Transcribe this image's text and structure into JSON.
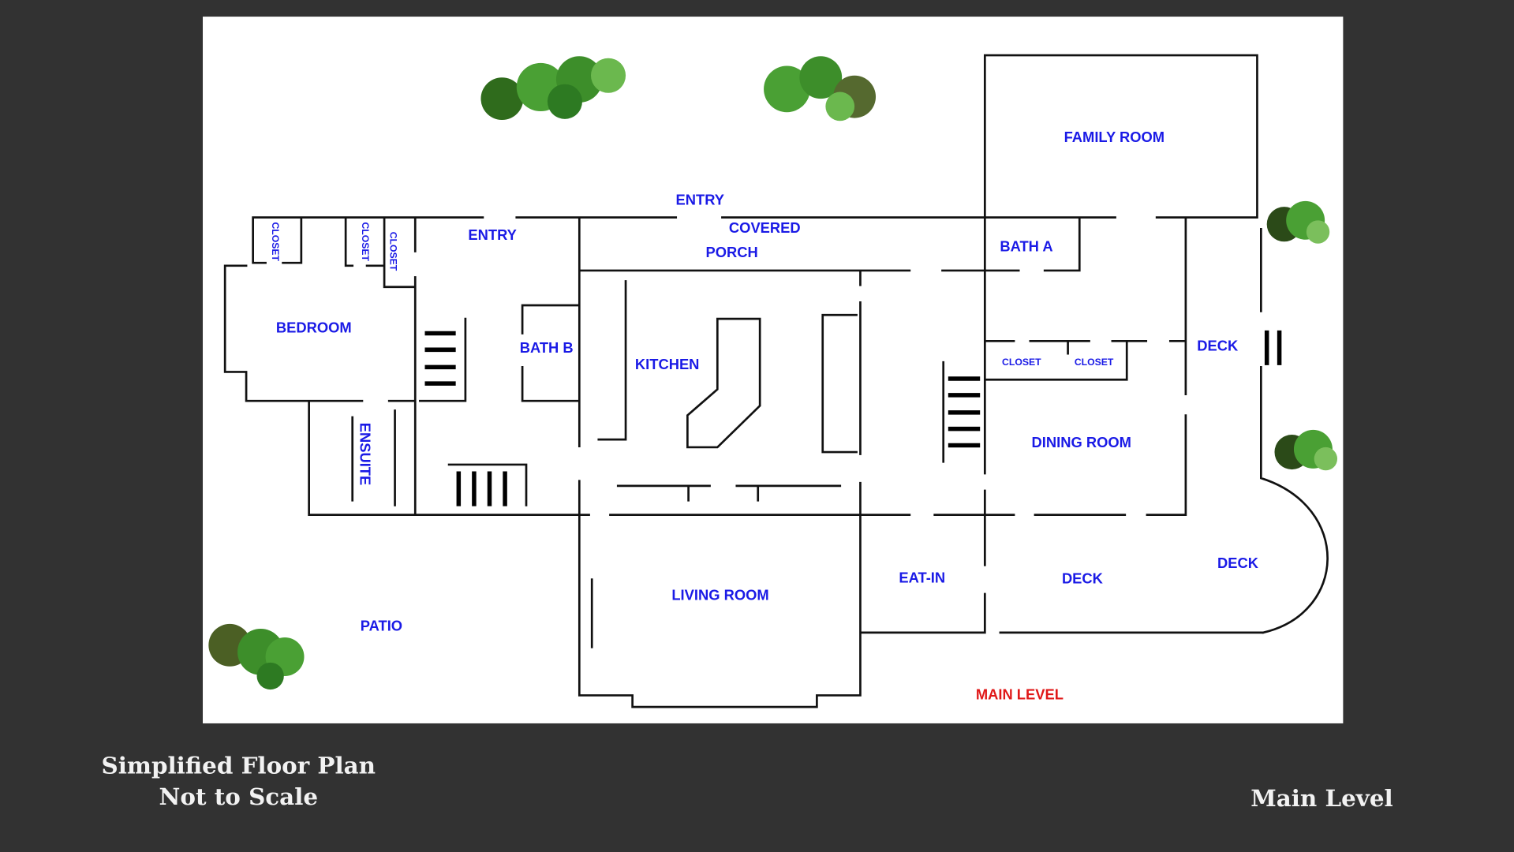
{
  "plan": {
    "rooms": {
      "family_room": "FAMILY ROOM",
      "entry_top": "ENTRY",
      "covered": "COVERED",
      "porch": "PORCH",
      "entry_left": "ENTRY",
      "bath_a": "BATH A",
      "bedroom": "BEDROOM",
      "bath_b": "BATH B",
      "kitchen": "KITCHEN",
      "ensuite": "ENSUITE",
      "closet1": "CLOSET",
      "closet2": "CLOSET",
      "closet3": "CLOSET",
      "closet4": "CLOSET",
      "closet5": "CLOSET",
      "deck_right": "DECK",
      "dining_room": "DINING ROOM",
      "living_room": "LIVING ROOM",
      "eat_in": "EAT-IN",
      "deck_bottom": "DECK",
      "deck_curve": "DECK",
      "patio": "PATIO"
    },
    "level_label": "MAIN LEVEL",
    "colors": {
      "room_label": "#1a1ae6",
      "level_label": "#e01818",
      "background": "#323232"
    }
  },
  "captions": {
    "title": "Simplified Floor Plan",
    "subtitle": "Not to Scale",
    "level": "Main Level"
  }
}
